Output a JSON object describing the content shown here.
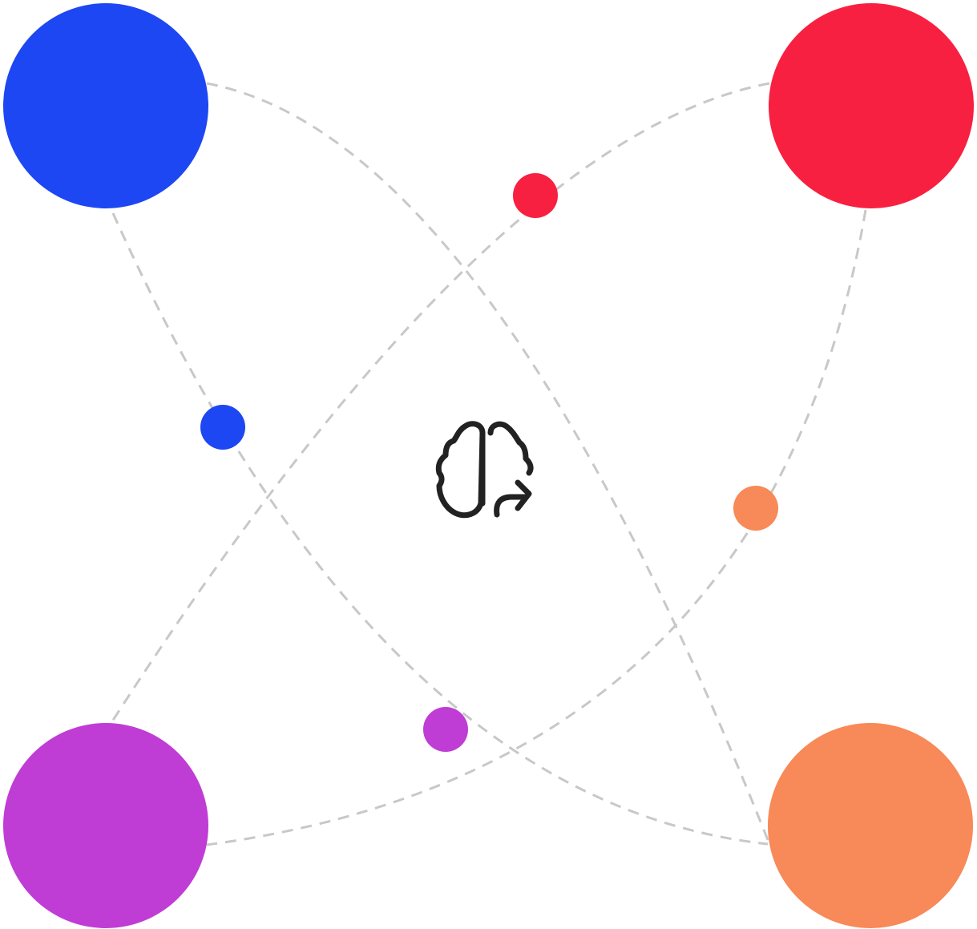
{
  "diagram": {
    "center_icon": "brain-arrow-icon",
    "colors": {
      "blue": "#1d47f2",
      "red": "#f82040",
      "purple": "#bf3dd4",
      "orange": "#f88958",
      "connector": "#c8c8c8",
      "icon_stroke": "#222222"
    },
    "nodes": [
      {
        "id": "top-left",
        "color": "blue"
      },
      {
        "id": "top-right",
        "color": "red"
      },
      {
        "id": "bottom-left",
        "color": "purple"
      },
      {
        "id": "bottom-right",
        "color": "orange"
      }
    ],
    "markers": [
      {
        "id": "blue",
        "color": "blue"
      },
      {
        "id": "red",
        "color": "red"
      },
      {
        "id": "orange",
        "color": "orange"
      },
      {
        "id": "purple",
        "color": "purple"
      }
    ]
  }
}
